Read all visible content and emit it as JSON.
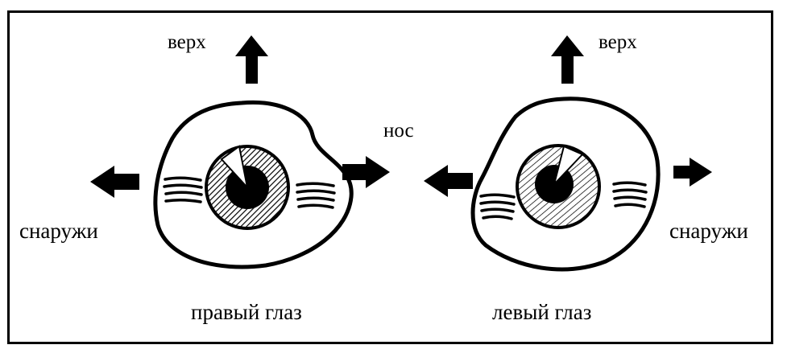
{
  "labels": {
    "up_right_eye": "верх",
    "up_left_eye": "верх",
    "nose": "нос",
    "outside_right_eye": "снаружи",
    "outside_left_eye": "снаружи",
    "caption_right_eye": "правый глаз",
    "caption_left_eye": "левый глаз"
  },
  "colors": {
    "ink": "#000000",
    "paper": "#ffffff"
  }
}
